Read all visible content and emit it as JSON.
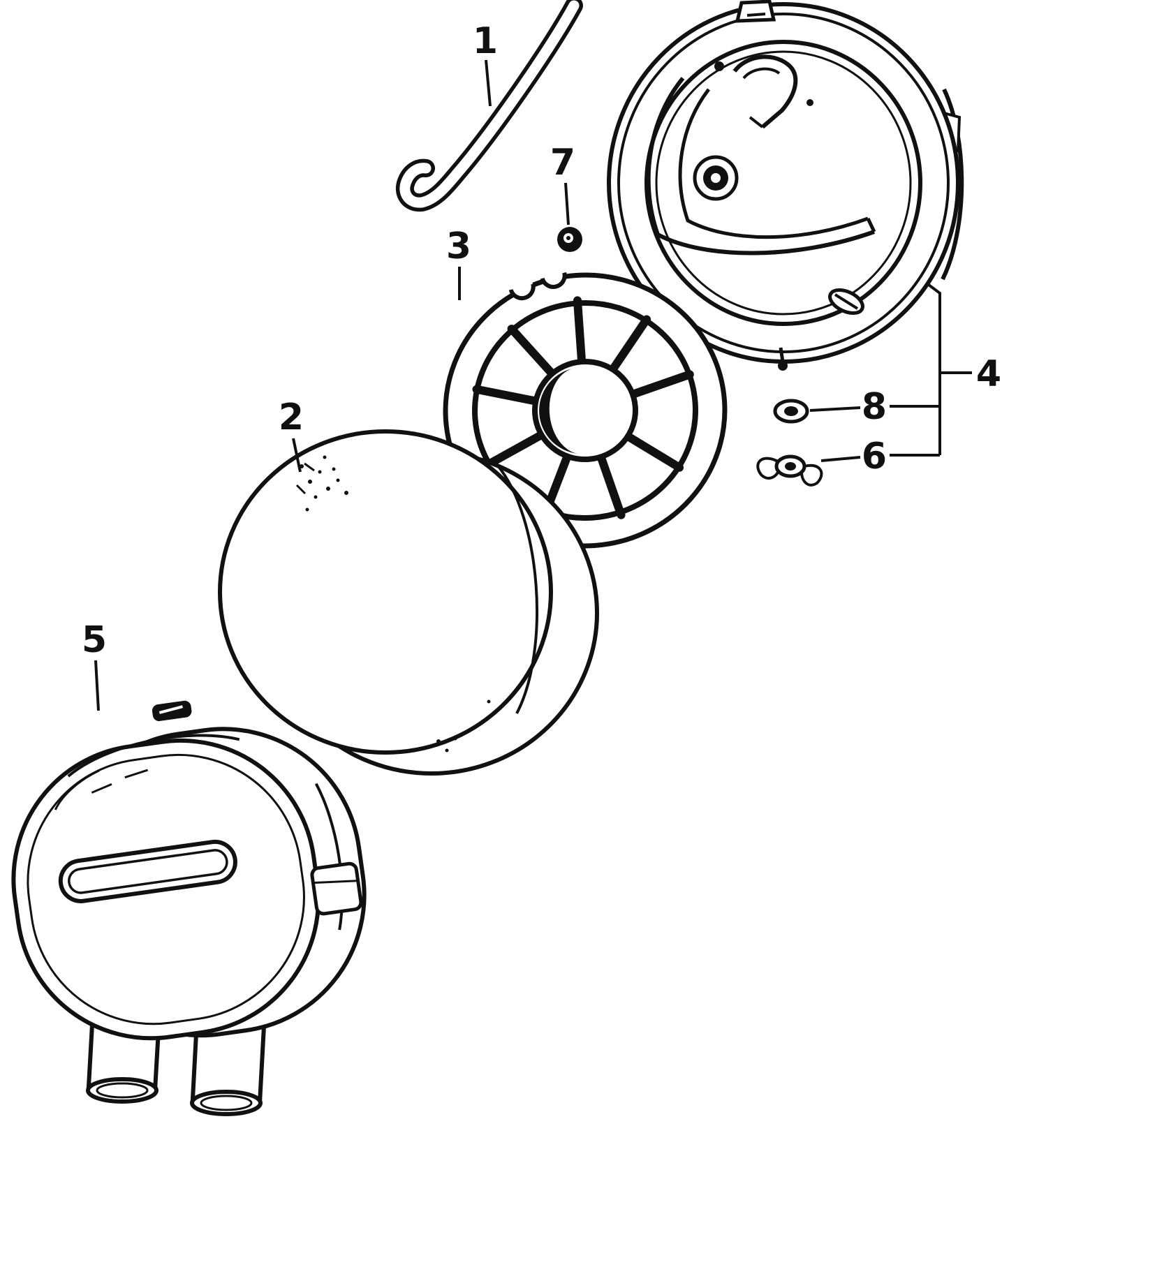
{
  "page": {
    "background": "#ffffff",
    "ink": "#111111"
  },
  "diagram": {
    "type": "exploded-parts-diagram",
    "callouts": [
      {
        "label": "1"
      },
      {
        "label": "2"
      },
      {
        "label": "3"
      },
      {
        "label": "4"
      },
      {
        "label": "5"
      },
      {
        "label": "6"
      },
      {
        "label": "7"
      },
      {
        "label": "8"
      }
    ]
  }
}
